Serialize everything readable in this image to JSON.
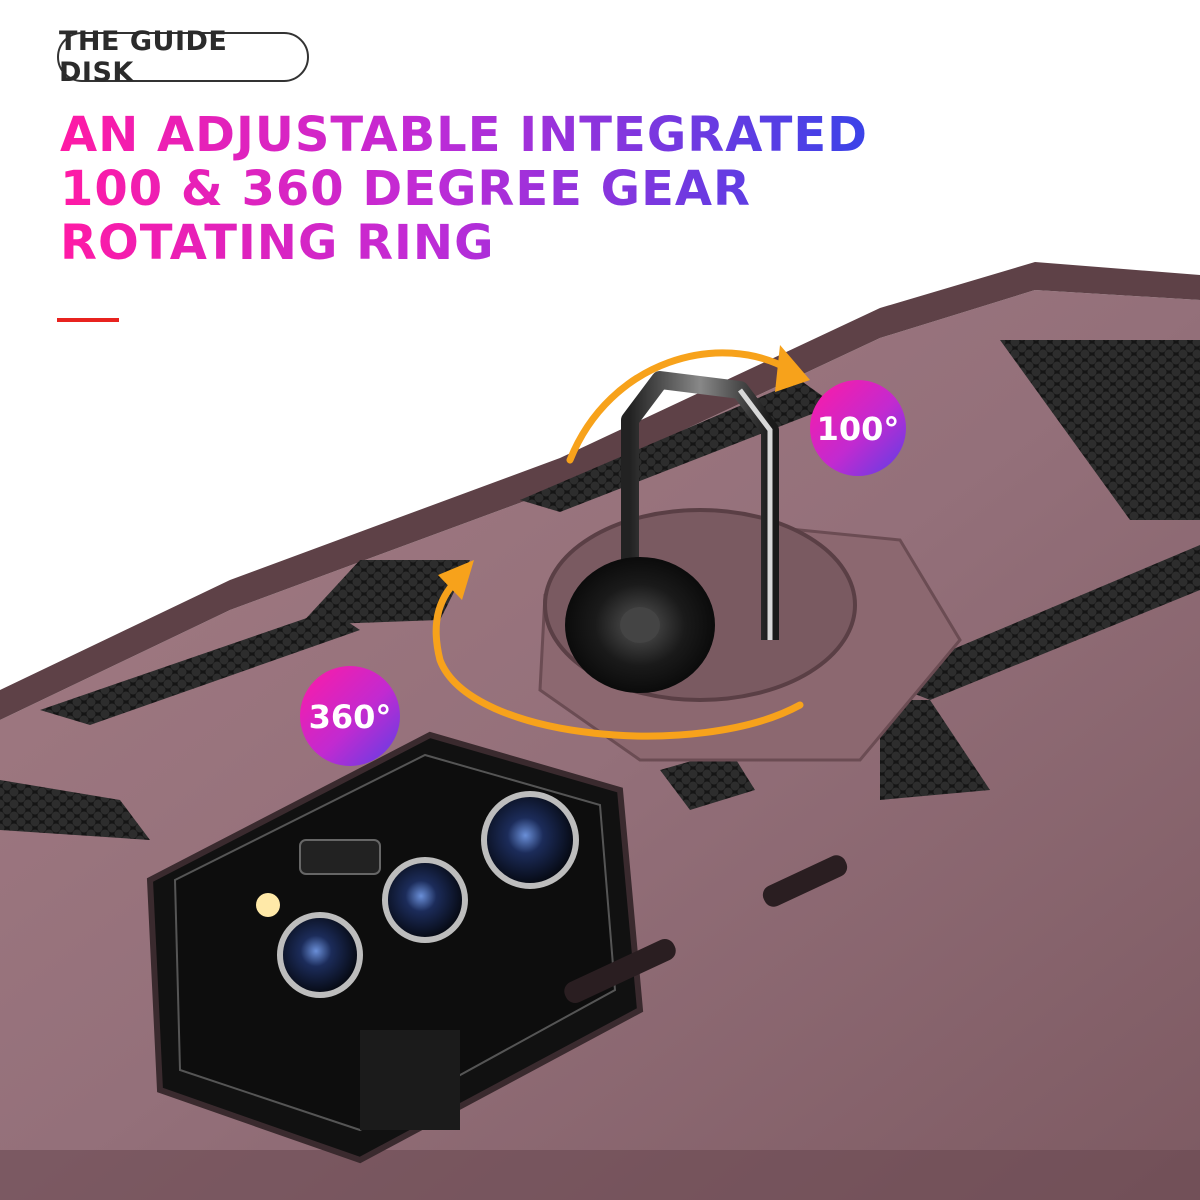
{
  "badge": {
    "label": "THE GUIDE DISK"
  },
  "headline": {
    "line1": "AN ADJUSTABLE INTEGRATED",
    "line2": "100 & 360 DEGREE GEAR",
    "line3": "ROTATING RING"
  },
  "angles": {
    "small": "100°",
    "large": "360°"
  },
  "colors": {
    "case": "#9a7078",
    "case_dark": "#6e4c53",
    "accent_red": "#e8231f",
    "arrow_orange": "#f7a21b",
    "gradient_pink": "#ff1aa5",
    "gradient_blue": "#3a43e8"
  }
}
